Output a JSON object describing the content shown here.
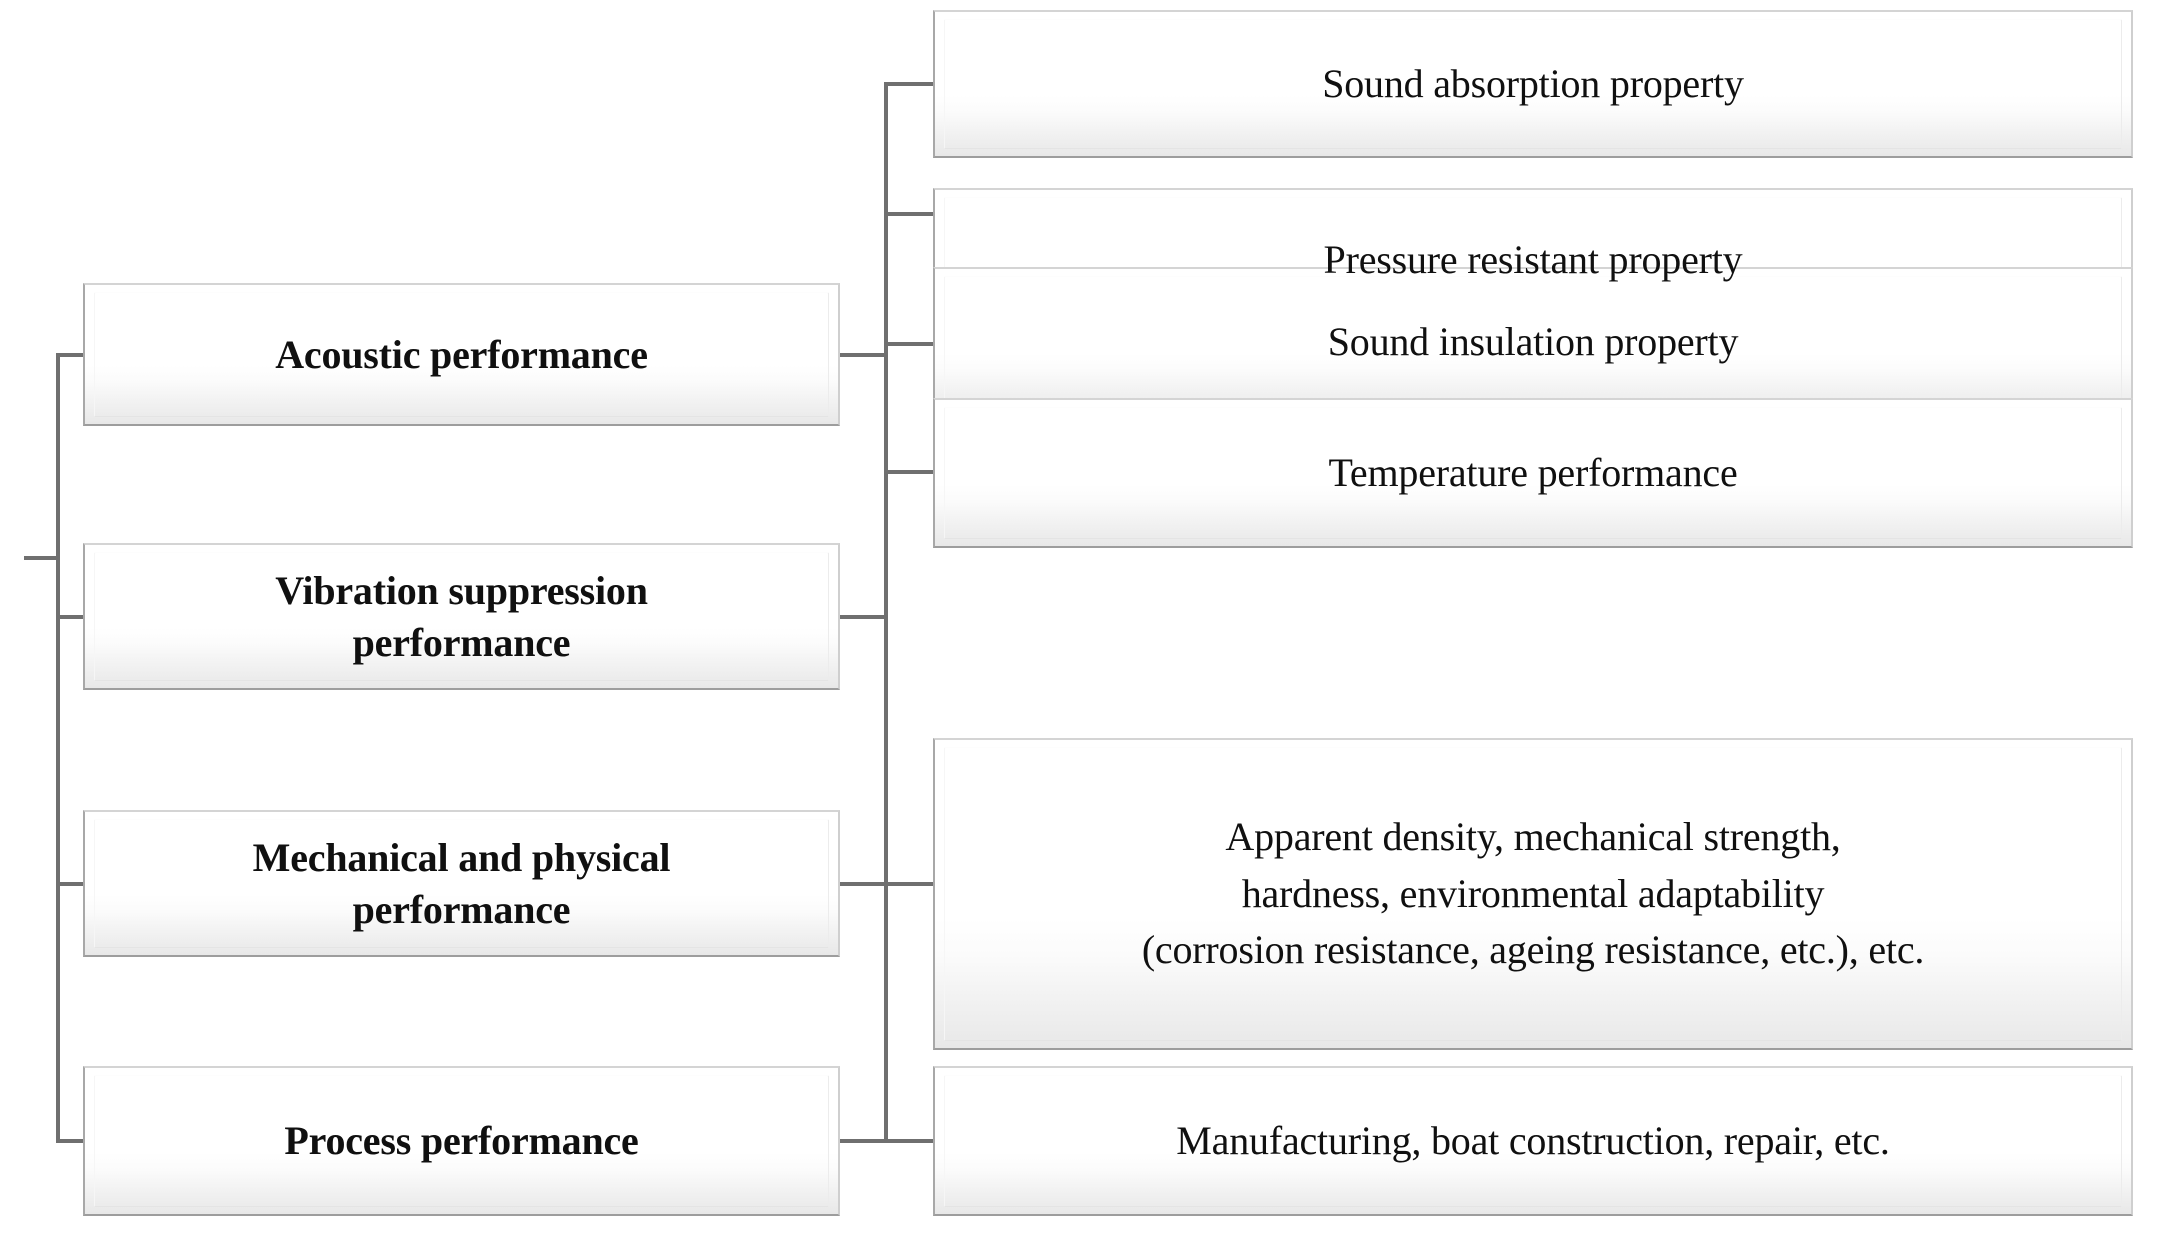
{
  "diagram": {
    "type": "hierarchy-tree",
    "orientation": "left-to-right",
    "root_label": "",
    "left_column": {
      "title": "Performance categories",
      "nodes": [
        {
          "id": "acoustic",
          "label": "Acoustic performance"
        },
        {
          "id": "vibration",
          "label": "Vibration suppression\nperformance"
        },
        {
          "id": "mechanical",
          "label": "Mechanical and physical\nperformance"
        },
        {
          "id": "process",
          "label": "Process performance"
        }
      ]
    },
    "right_column": {
      "title": "Performance attributes",
      "nodes": [
        {
          "id": "sound-absorption",
          "label": "Sound absorption property"
        },
        {
          "id": "pressure-resistant",
          "label": "Pressure resistant property"
        },
        {
          "id": "sound-insulation",
          "label": "Sound insulation property"
        },
        {
          "id": "temperature",
          "label": "Temperature performance"
        },
        {
          "id": "mechanical-physical-detail",
          "label": "Apparent density, mechanical strength,\nhardness, environmental adaptability\n(corrosion resistance, ageing resistance, etc.), etc."
        },
        {
          "id": "process-detail",
          "label": "Manufacturing, boat construction, repair, etc."
        }
      ]
    },
    "links": [
      {
        "from": "root",
        "to": "acoustic"
      },
      {
        "from": "root",
        "to": "vibration"
      },
      {
        "from": "root",
        "to": "mechanical"
      },
      {
        "from": "root",
        "to": "process"
      },
      {
        "from": "acoustic-vibration-group",
        "to": "sound-absorption"
      },
      {
        "from": "acoustic-vibration-group",
        "to": "pressure-resistant"
      },
      {
        "from": "acoustic-vibration-group",
        "to": "sound-insulation"
      },
      {
        "from": "acoustic-vibration-group",
        "to": "temperature"
      },
      {
        "from": "mechanical",
        "to": "mechanical-physical-detail"
      },
      {
        "from": "process",
        "to": "process-detail"
      }
    ],
    "colors": {
      "background": "#ffffff",
      "line": "#6f6f6f",
      "box_face": "#ffffff",
      "box_shade": "#e8e8e8",
      "box_border": "#a8a8a8",
      "text": "#101010"
    }
  }
}
